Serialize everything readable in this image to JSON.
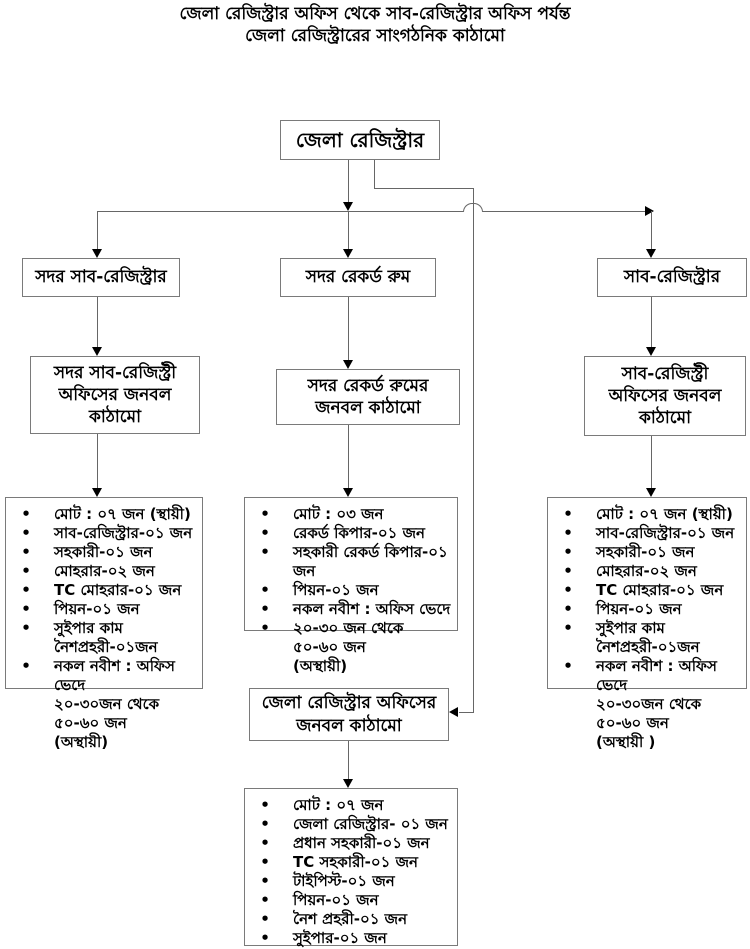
{
  "title": {
    "line1": "জেলা রেজিস্ট্রার অফিস থেকে সাব-রেজিস্ট্রার অফিস পর্যন্ত",
    "line2": "জেলা রেজিস্ট্রারের সাংগঠনিক কাঠামো"
  },
  "colors": {
    "background": "#ffffff",
    "text": "#000000",
    "box_border": "#7a7a7a",
    "line": "#666666",
    "arrow": "#000000"
  },
  "nodes": {
    "district_registrar": "জেলা রেজিস্ট্রার",
    "sadar_sub_registrar": "সদর সাব-রেজিস্ট্রার",
    "sadar_record_room": "সদর রেকর্ড রুম",
    "sub_registrar": "সাব-রেজিস্ট্রার",
    "sadar_sub_registry_manpower": "সদর সাব-রেজিস্ট্রী অফিসের জনবল কাঠামো",
    "sadar_record_room_manpower": "সদর রেকর্ড রুমের জনবল কাঠামো",
    "sub_registry_manpower": "সাব-রেজিস্ট্রী অফিসের জনবল কাঠামো",
    "district_registrar_office_manpower": "জেলা রেজিস্ট্রার অফিসের জনবল কাঠামো"
  },
  "lists": {
    "left": [
      {
        "bullet": true,
        "text": "মোট : ০৭ জন (স্থায়ী)"
      },
      {
        "bullet": true,
        "text": "সাব-রেজিস্ট্রার-০১ জন"
      },
      {
        "bullet": true,
        "text": "সহকারী-০১ জন"
      },
      {
        "bullet": true,
        "text": "মোহরার-০২ জন"
      },
      {
        "bullet": true,
        "text": "TC মোহরার-০১ জন"
      },
      {
        "bullet": true,
        "text": "পিয়ন-০১ জন"
      },
      {
        "bullet": true,
        "text": "সুইপার কাম নৈশপ্রহরী-০১জন"
      },
      {
        "bullet": true,
        "text": "নকল নবীশ : অফিস ভেদে"
      },
      {
        "bullet": false,
        "text": "২০-৩০জন থেকে ৫০-৬০ জন"
      },
      {
        "bullet": false,
        "text": "(অস্থায়ী)"
      }
    ],
    "middle": [
      {
        "bullet": true,
        "text": "মোট : ০৩ জন"
      },
      {
        "bullet": true,
        "text": "রেকর্ড কিপার-০১ জন"
      },
      {
        "bullet": true,
        "text": "সহকারী রেকর্ড কিপার-০১ জন"
      },
      {
        "bullet": true,
        "text": "পিয়ন-০১ জন"
      },
      {
        "bullet": true,
        "text": "নকল নবীশ : অফিস ভেদে"
      },
      {
        "bullet": true,
        "text": "২০-৩০ জন থেকে ৫০-৬০ জন"
      },
      {
        "bullet": false,
        "text": "(অস্থায়ী)"
      }
    ],
    "right": [
      {
        "bullet": true,
        "text": "মোট : ০৭ জন (স্থায়ী)"
      },
      {
        "bullet": true,
        "text": "সাব-রেজিস্ট্রার-০১ জন"
      },
      {
        "bullet": true,
        "text": "সহকারী-০১ জন"
      },
      {
        "bullet": true,
        "text": "মোহরার-০২ জন"
      },
      {
        "bullet": true,
        "text": "TC মোহরার-০১ জন"
      },
      {
        "bullet": true,
        "text": "পিয়ন-০১ জন"
      },
      {
        "bullet": true,
        "text": "সুইপার কাম নৈশপ্রহরী-০১জন"
      },
      {
        "bullet": true,
        "text": "নকল নবীশ : অফিস ভেদে"
      },
      {
        "bullet": false,
        "text": "২০-৩০জন থেকে ৫০-৬০ জন"
      },
      {
        "bullet": false,
        "text": "(অস্থায়ী )"
      }
    ],
    "bottom": [
      {
        "bullet": true,
        "text": "মোট : ০৭ জন"
      },
      {
        "bullet": true,
        "text": "জেলা রেজিস্ট্রার- ০১ জন"
      },
      {
        "bullet": true,
        "text": "প্রধান সহকারী-০১ জন"
      },
      {
        "bullet": true,
        "text": "TC সহকারী-০১ জন"
      },
      {
        "bullet": true,
        "text": "টাইপিস্ট-০১ জন"
      },
      {
        "bullet": true,
        "text": "পিয়ন-০১ জন"
      },
      {
        "bullet": true,
        "text": "নৈশ প্রহরী-০১ জন"
      },
      {
        "bullet": true,
        "text": "সুইপার-০১ জন"
      }
    ]
  }
}
